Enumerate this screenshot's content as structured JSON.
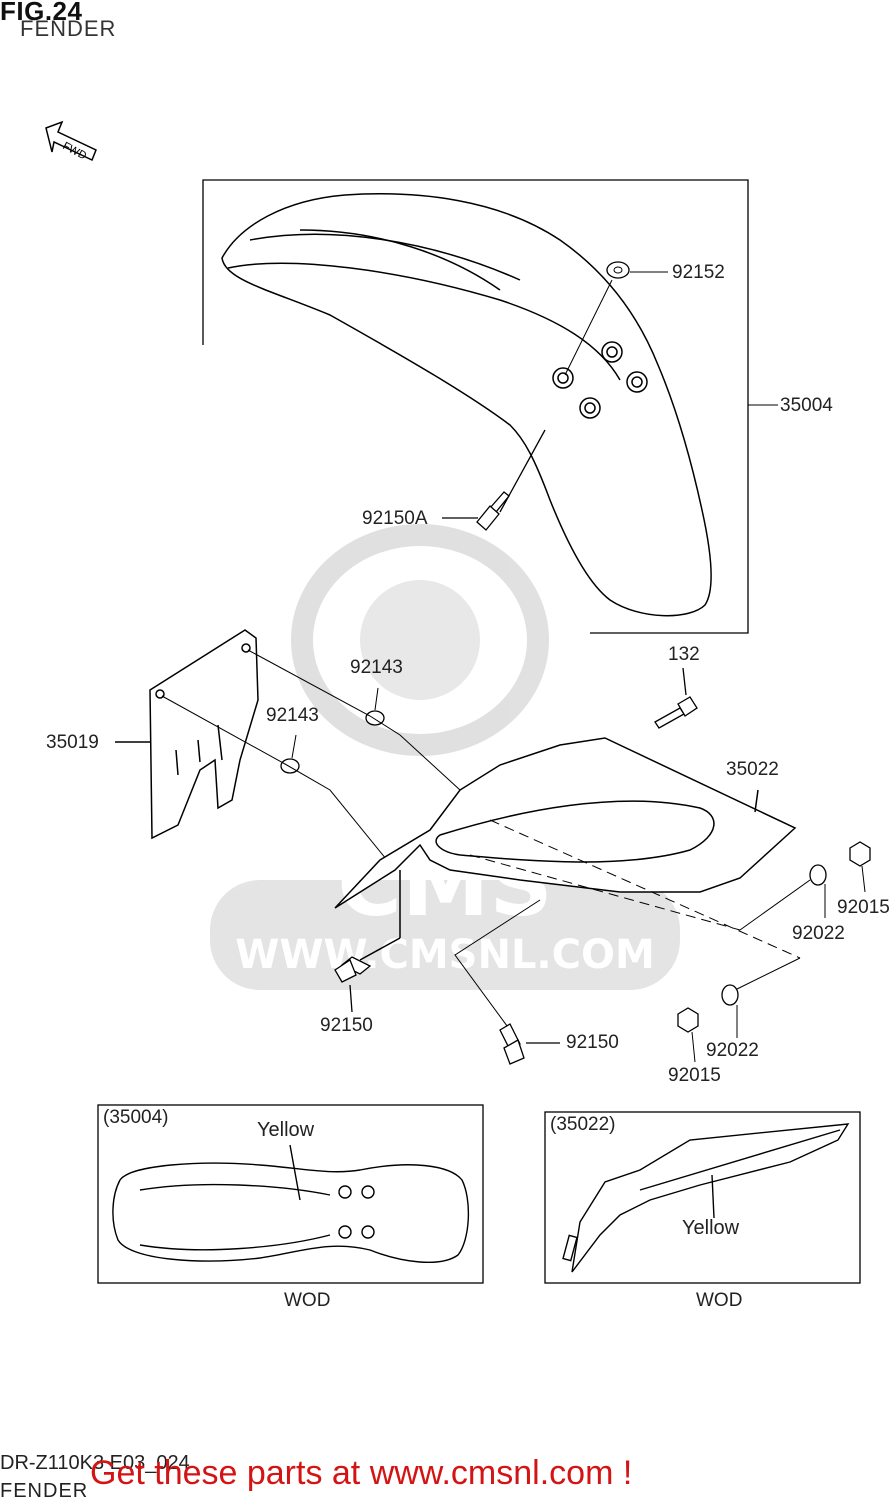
{
  "figure": {
    "number": "FIG.24",
    "title": "FENDER",
    "direction_indicator": "FWD",
    "footer_code": "DR-Z110K3 E03_024",
    "footer_title": "FENDER"
  },
  "callouts": [
    {
      "part": "92152"
    },
    {
      "part": "35004"
    },
    {
      "part": "92150A"
    },
    {
      "part": "92143"
    },
    {
      "part": "92143"
    },
    {
      "part": "132"
    },
    {
      "part": "35019"
    },
    {
      "part": "35022"
    },
    {
      "part": "92015"
    },
    {
      "part": "92022"
    },
    {
      "part": "92150"
    },
    {
      "part": "92150"
    },
    {
      "part": "92015"
    },
    {
      "part": "92022"
    }
  ],
  "insets": [
    {
      "ref": "(35004)",
      "color_note": "Yellow",
      "caption": "WOD"
    },
    {
      "ref": "(35022)",
      "color_note": "Yellow",
      "caption": "WOD"
    }
  ],
  "watermark": {
    "text": "WWW.CMSNL.COM",
    "logo_text": "CMS"
  },
  "promo": {
    "text": "Get these parts at www.cmsnl.com !",
    "color": "#d41414"
  }
}
